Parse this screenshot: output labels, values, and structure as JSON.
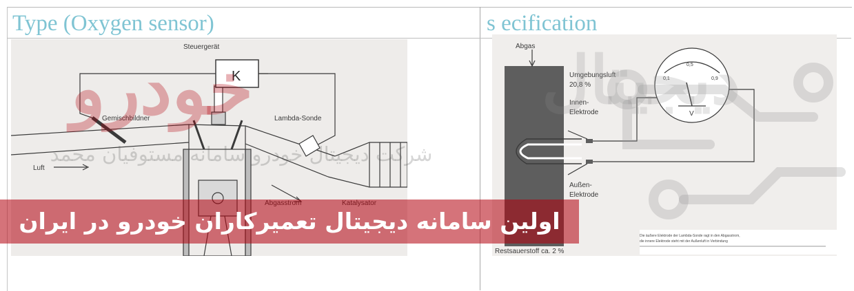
{
  "titles": {
    "left": "Type (Oxygen sensor)",
    "right": "s ecification"
  },
  "fig_left": {
    "label_control_unit": "Steuergerät",
    "label_k": "K",
    "label_mixer": "Gemischbildner",
    "label_lambda": "Lambda-Sonde",
    "label_air": "Luft",
    "label_exhaust_flow": "Abgasstrom",
    "label_catalyst": "Katalysator"
  },
  "fig_right": {
    "label_exhaust": "Abgas",
    "label_ambient_air_1": "Umgebungsluft",
    "label_ambient_air_2": "20,8 %",
    "label_inner_1": "Innen-",
    "label_inner_2": "Elektrode",
    "label_outer_1": "Außen-",
    "label_outer_2": "Elektrode",
    "label_residual_oxygen": "Restsauerstoff ca. 2 %",
    "gauge_ticks": [
      "0,1",
      "0,5",
      "0,9"
    ],
    "gauge_unit": "V",
    "caption_line1": "Die äußere Elektrode der Lambda-Sonde ragt in den Abgasstrom,",
    "caption_line2": "die innere Elektrode steht mit der Außenluft in Verbindung"
  },
  "watermark": {
    "logo_left": "خودرو",
    "logo_right": "دیجیتال",
    "subtitle": "شرکت دیجیتال خودرو سامانه مستوفیان محمد",
    "tagline": "اولین سامانه دیجیتال تعمیرکاران خودرو در ایران"
  },
  "colors": {
    "title": "#7fc4d3",
    "watermark_red": "#b2000c",
    "diagram_ink": "#3a3a3a"
  }
}
